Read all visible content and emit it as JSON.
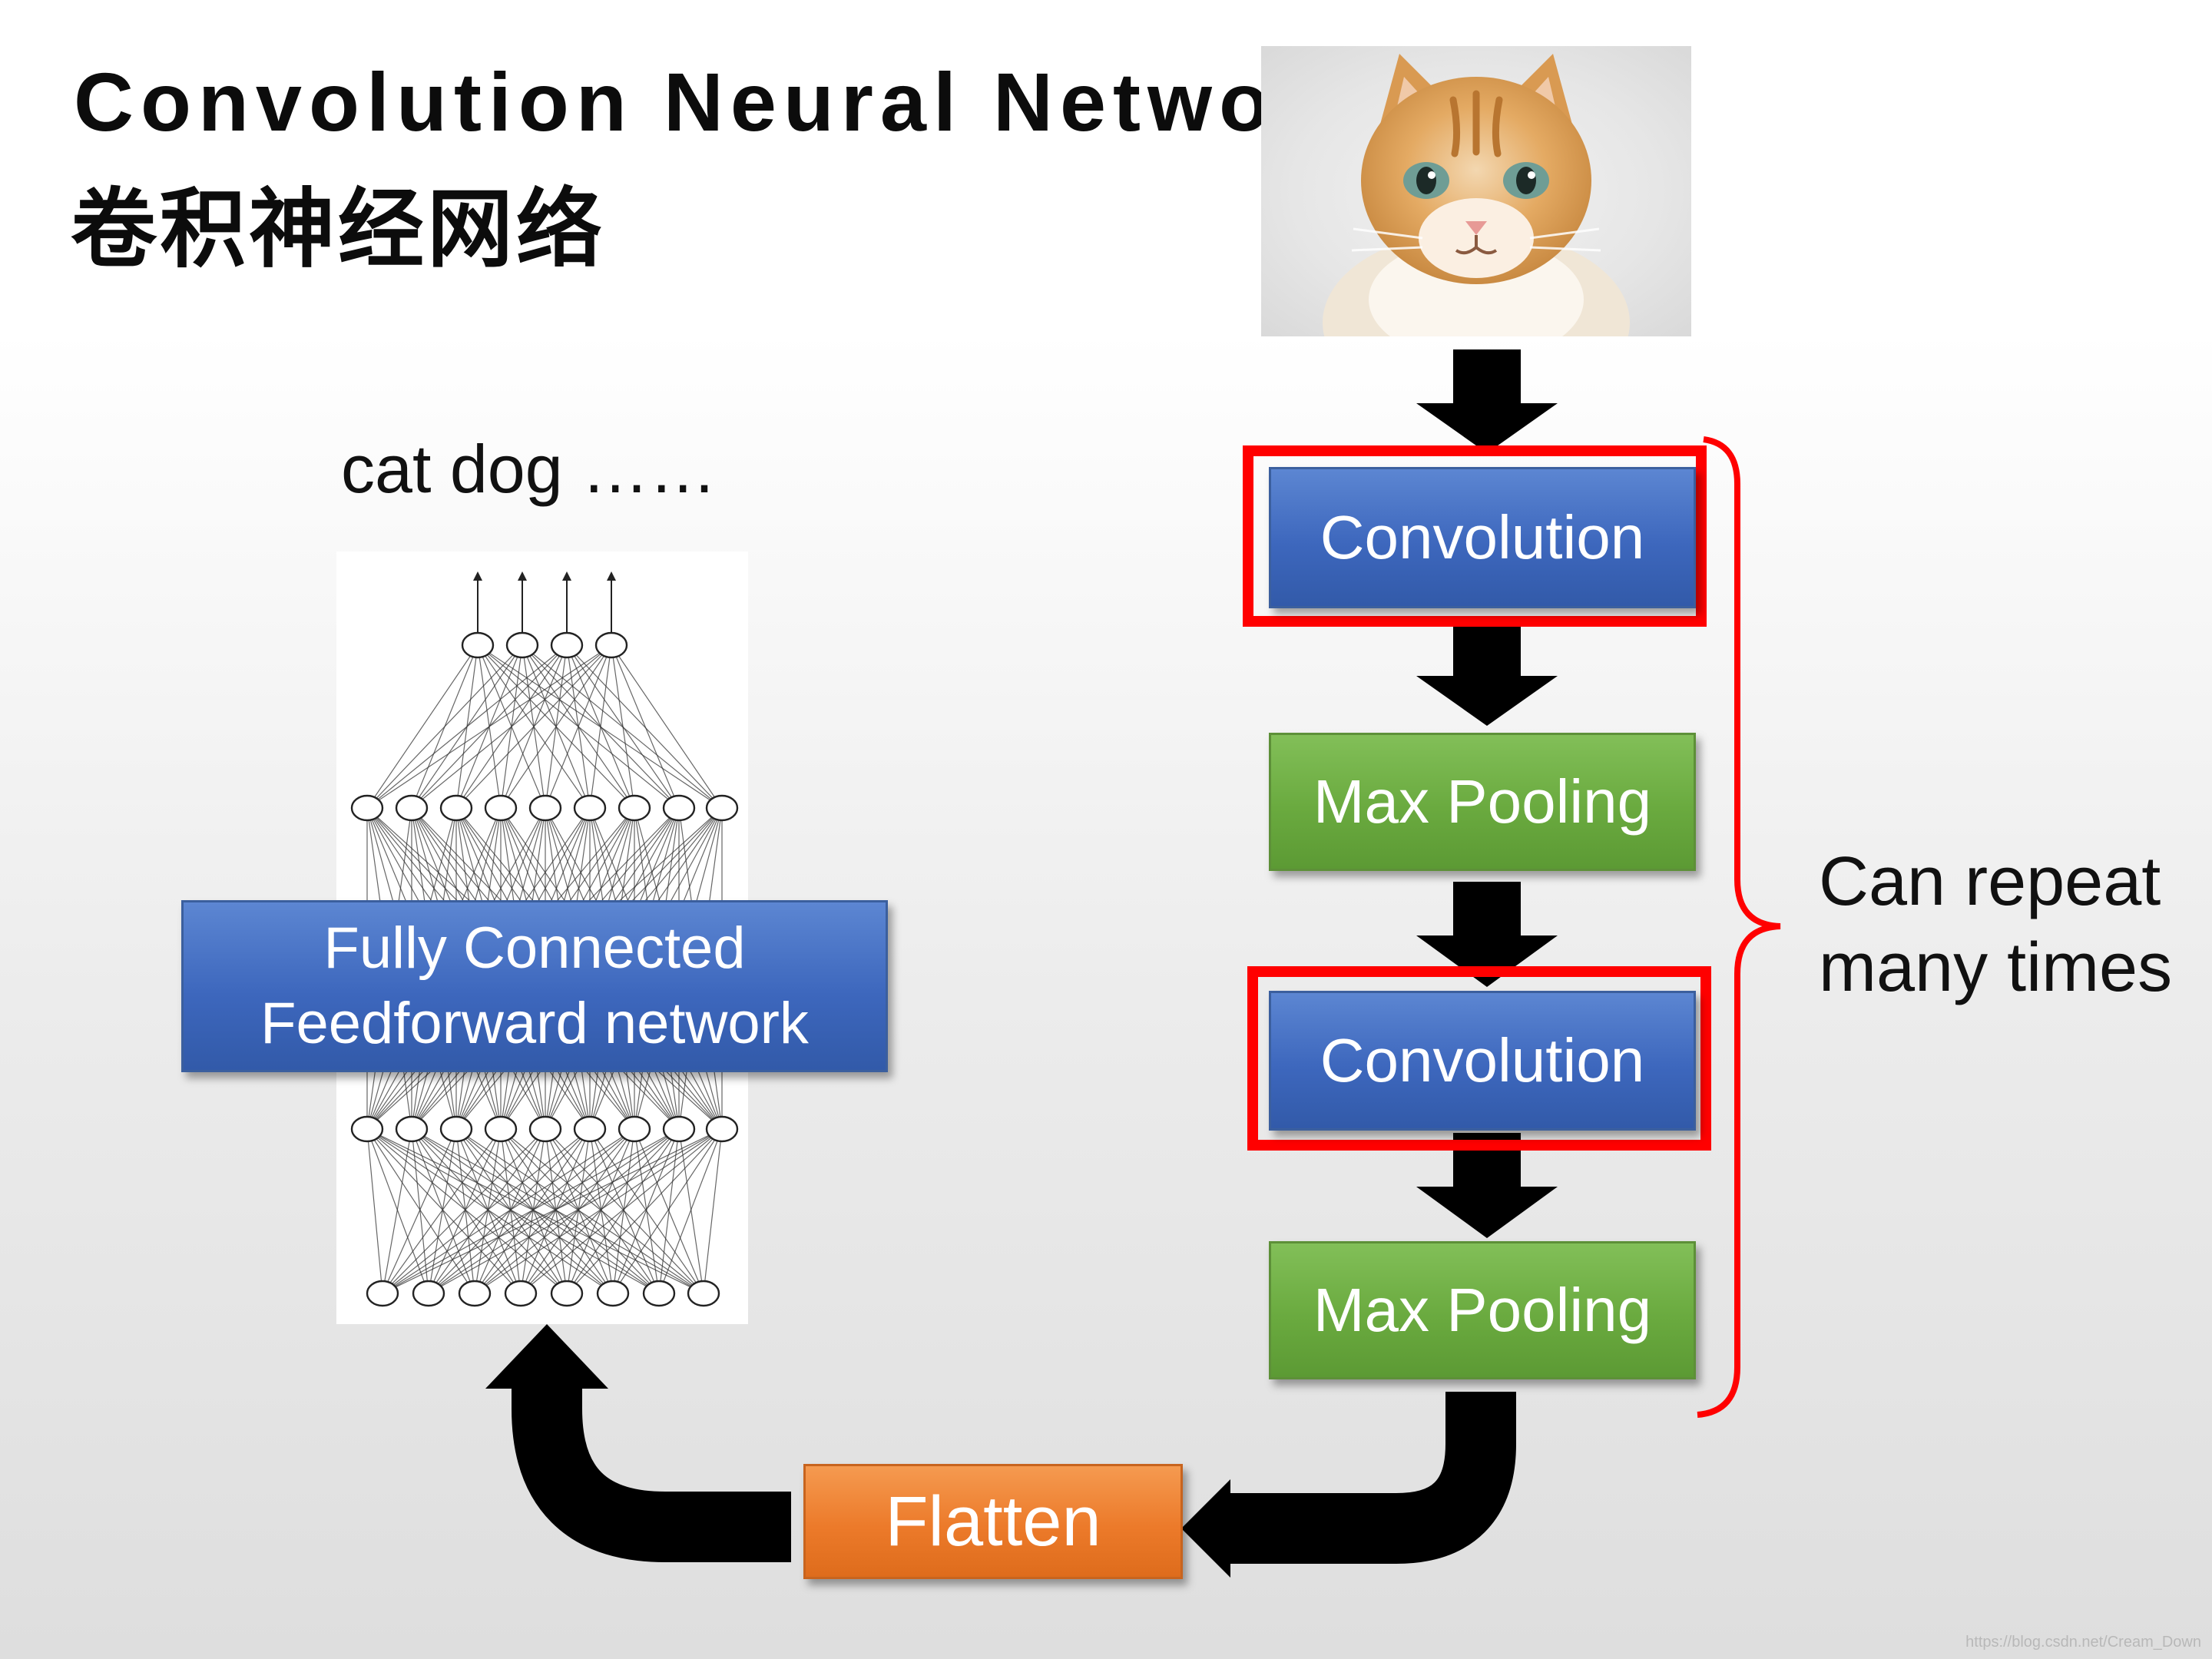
{
  "title": {
    "english": "Convolution Neural Networl(CNN)",
    "chinese": "卷积神经网络"
  },
  "input_image": {
    "subject_icon": "kitten-photo-icon"
  },
  "pipeline": {
    "conv_1": "Convolution",
    "pool_1": "Max Pooling",
    "conv_2": "Convolution",
    "pool_2": "Max Pooling",
    "flatten": "Flatten"
  },
  "repeat_note": {
    "line1": "Can repeat",
    "line2": "many times"
  },
  "fully_connected": {
    "line1": "Fully Connected",
    "line2": "Feedforward network"
  },
  "output_labels": "cat  dog ……",
  "watermark": "https://blog.csdn.net/Cream_Down",
  "colors": {
    "conv_blue": "#3d67bd",
    "pool_green": "#6aaa3f",
    "flatten_orange": "#ec7a2a",
    "highlight_red": "#ff0000",
    "arrow_black": "#000000"
  }
}
